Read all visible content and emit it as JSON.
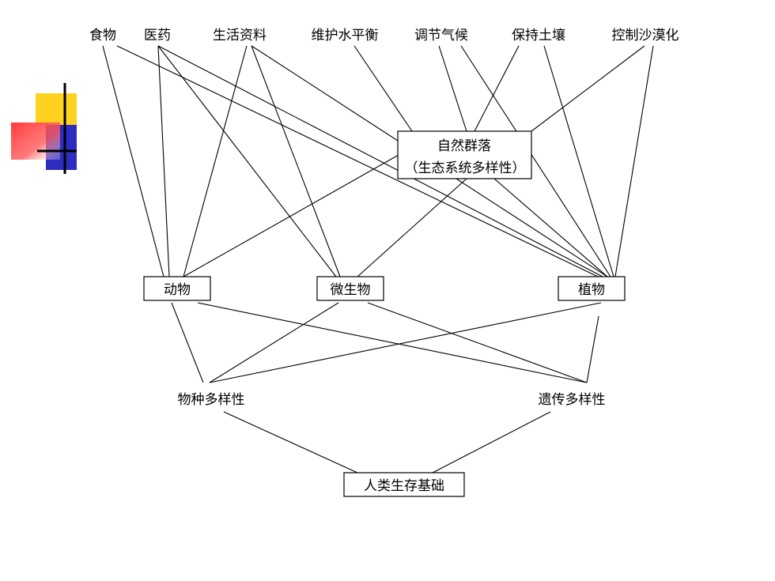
{
  "top_labels": [
    "食物",
    "医药",
    "生活资料",
    "维护水平衡",
    "调节气候",
    "保持土壤",
    "控制沙漠化"
  ],
  "community": {
    "line1": "自然群落",
    "line2": "（生态系统多样性）"
  },
  "organisms": [
    "动物",
    "微生物",
    "植物"
  ],
  "diversity": [
    "物种多样性",
    "遗传多样性"
  ],
  "base": "人类生存基础",
  "logo_colors": {
    "yellow": "#FFD21F",
    "blue": "#2D2DBF",
    "red": "#FF3B3B",
    "cross": "#000000"
  }
}
